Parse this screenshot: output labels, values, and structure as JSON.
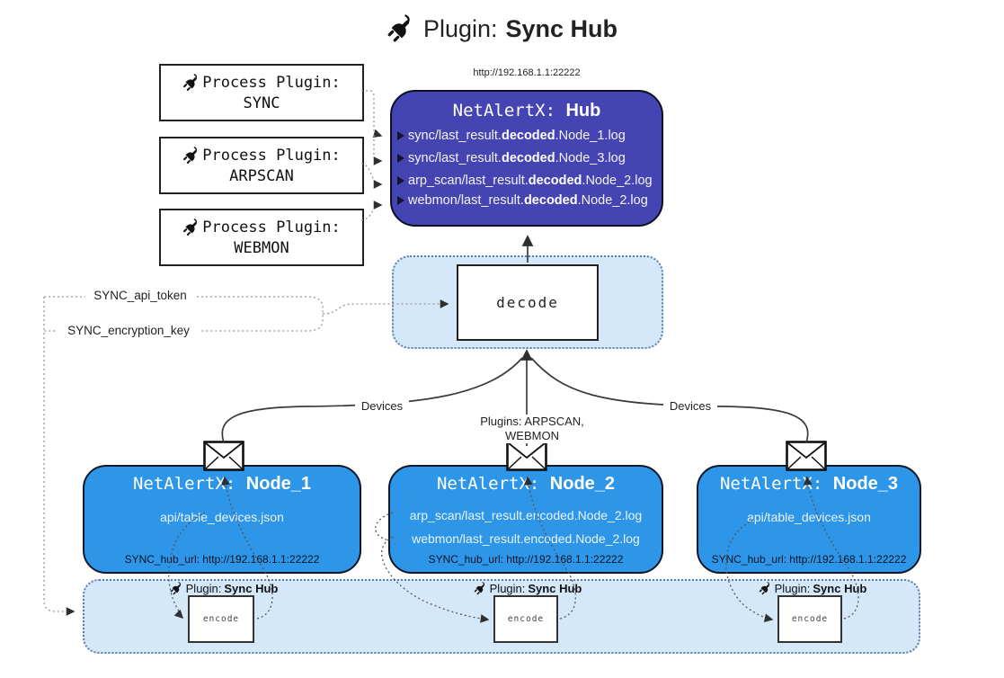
{
  "title": {
    "prefix": "Plugin: ",
    "name": "Sync Hub"
  },
  "icons": {
    "plug": "plug-icon",
    "envelope": "envelope-icon",
    "arrow": "triangle-arrow-icon"
  },
  "colors": {
    "hub_fill": "#4444b3",
    "node_fill": "#2e96e8",
    "panel_fill": "#d5e8f9"
  },
  "process_plugins": [
    {
      "label": "Process Plugin:",
      "name": "SYNC"
    },
    {
      "label": "Process Plugin:",
      "name": "ARPSCAN"
    },
    {
      "label": "Process Plugin:",
      "name": "WEBMON"
    }
  ],
  "hub": {
    "url": "http://192.168.1.1:22222",
    "title_prefix": "NetAlertX: ",
    "title_name": "Hub",
    "rows": [
      {
        "pre": "sync/last_result.",
        "bold": "decoded",
        "post": ".Node_1.log"
      },
      {
        "pre": "sync/last_result.",
        "bold": "decoded",
        "post": ".Node_3.log"
      },
      {
        "pre": "arp_scan/last_result.",
        "bold": "decoded",
        "post": ".Node_2.log"
      },
      {
        "pre": "webmon/last_result.",
        "bold": "decoded",
        "post": ".Node_2.log"
      }
    ]
  },
  "decode": {
    "label": "decode"
  },
  "keys": {
    "api_token": "SYNC_api_token",
    "encryption_key": "SYNC_encryption_key"
  },
  "edges": {
    "devices_left": "Devices",
    "plugins_mid": "Plugins: ARPSCAN, WEBMON",
    "devices_right": "Devices"
  },
  "nodes": [
    {
      "title_prefix": "NetAlertX: ",
      "title_name": "Node_1",
      "files": [
        "api/table_devices.json"
      ],
      "hub_url": "SYNC_hub_url: http://192.168.1.1:22222"
    },
    {
      "title_prefix": "NetAlertX: ",
      "title_name": "Node_2",
      "files": [
        "arp_scan/last_result.encoded.Node_2.log",
        "webmon/last_result.encoded.Node_2.log"
      ],
      "hub_url": "SYNC_hub_url: http://192.168.1.1:22222"
    },
    {
      "title_prefix": "NetAlertX: ",
      "title_name": "Node_3",
      "files": [
        "api/table_devices.json"
      ],
      "hub_url": "SYNC_hub_url: http://192.168.1.1:22222"
    }
  ],
  "band": {
    "label_prefix": "Plugin: ",
    "label_name": "Sync Hub",
    "encode_label": "encode"
  }
}
